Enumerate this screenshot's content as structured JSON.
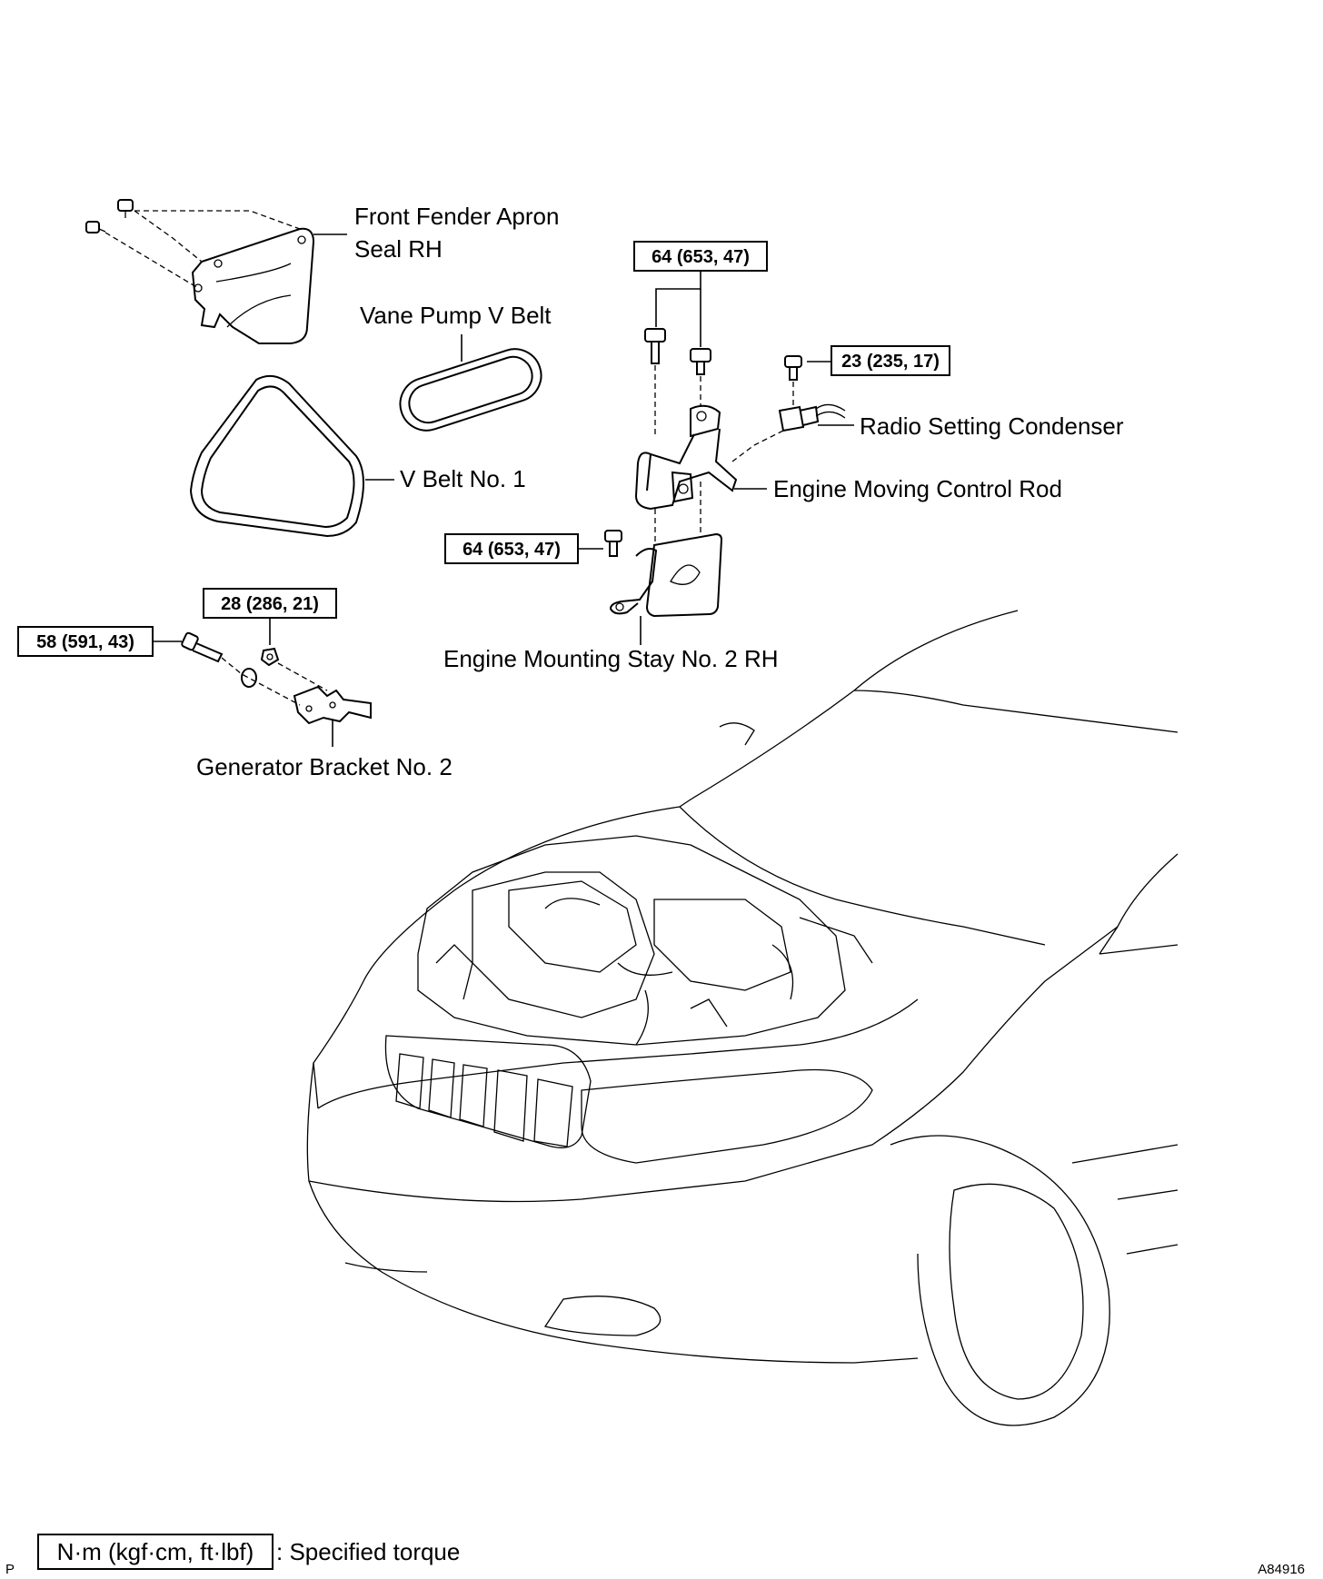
{
  "parts": {
    "front_fender_apron_seal_line1": "Front Fender Apron",
    "front_fender_apron_seal_line2": "Seal RH",
    "vane_pump_v_belt": "Vane Pump V Belt",
    "v_belt_no1": "V Belt No. 1",
    "radio_setting_condenser": "Radio Setting Condenser",
    "engine_moving_control_rod": "Engine Moving Control Rod",
    "engine_mounting_stay": "Engine Mounting Stay No. 2 RH",
    "generator_bracket": "Generator Bracket No. 2"
  },
  "torques": {
    "control_rod_bolts": "64 (653, 47)",
    "condenser_bolt": "23 (235, 17)",
    "mounting_stay_bolt": "64 (653, 47)",
    "generator_nut": "28 (286, 21)",
    "generator_bolt": "58 (591, 43)"
  },
  "legend": {
    "unit_box": "N·m (kgf·cm, ft·lbf)",
    "description": ": Specified torque"
  },
  "corner_mark": "P",
  "figure_id": "A84916"
}
